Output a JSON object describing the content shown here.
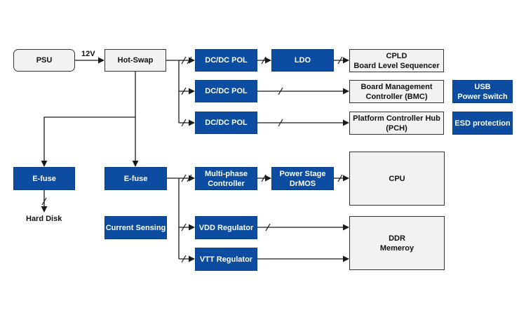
{
  "nodes": {
    "psu": "PSU",
    "hot_swap": "Hot-Swap",
    "dcdc_1": "DC/DC  POL",
    "dcdc_2": "DC/DC  POL",
    "dcdc_3": "DC/DC  POL",
    "ldo": "LDO",
    "cpld_line1": "CPLD",
    "cpld_line2": "Board Level Sequencer",
    "bmc_line1": "Board Management",
    "bmc_line2": "Controller (BMC)",
    "pch_line1": "Platform Controller Hub",
    "pch_line2": "(PCH)",
    "usb_line1": "USB",
    "usb_line2": "Power Switch",
    "esd": "ESD protection",
    "efuse_left": "E-fuse",
    "efuse_main": "E-fuse",
    "multiphase_line1": "Multi-phase",
    "multiphase_line2": "Controller",
    "power_stage_line1": "Power Stage",
    "power_stage_line2": "DrMOS",
    "cpu": "CPU",
    "current_sensing": "Current Sensing",
    "vdd": "VDD  Regulator",
    "vtt": "VTT  Regulator",
    "ddr_line1": "DDR",
    "ddr_line2": "Memeroy"
  },
  "labels": {
    "voltage": "12V",
    "hard_disk": "Hard Disk"
  },
  "colors": {
    "block_blue": "#0c4da2",
    "block_gray": "#f2f2f2",
    "line": "#1a1a1a"
  }
}
